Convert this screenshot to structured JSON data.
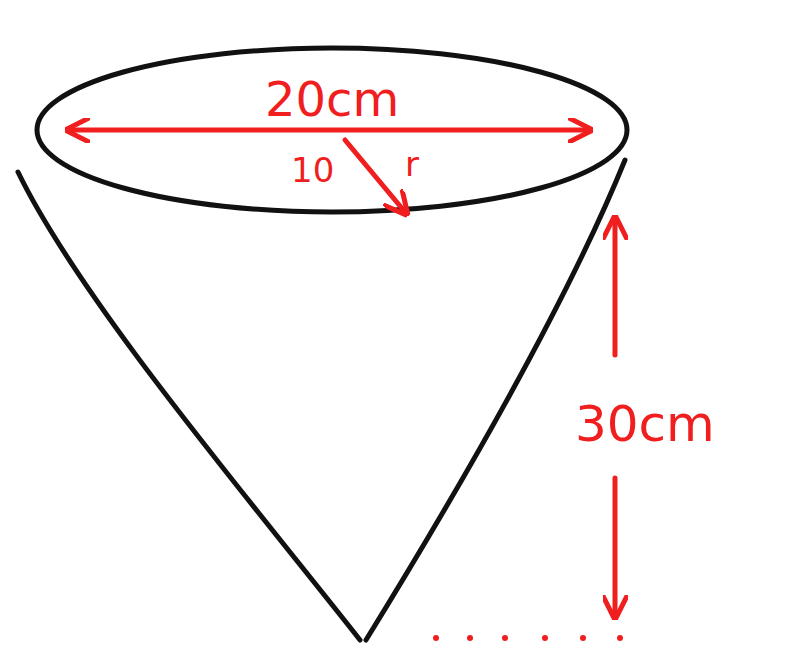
{
  "diagram": {
    "labels": [
      "20cm",
      "10",
      "r",
      "30cm"
    ]
  }
}
